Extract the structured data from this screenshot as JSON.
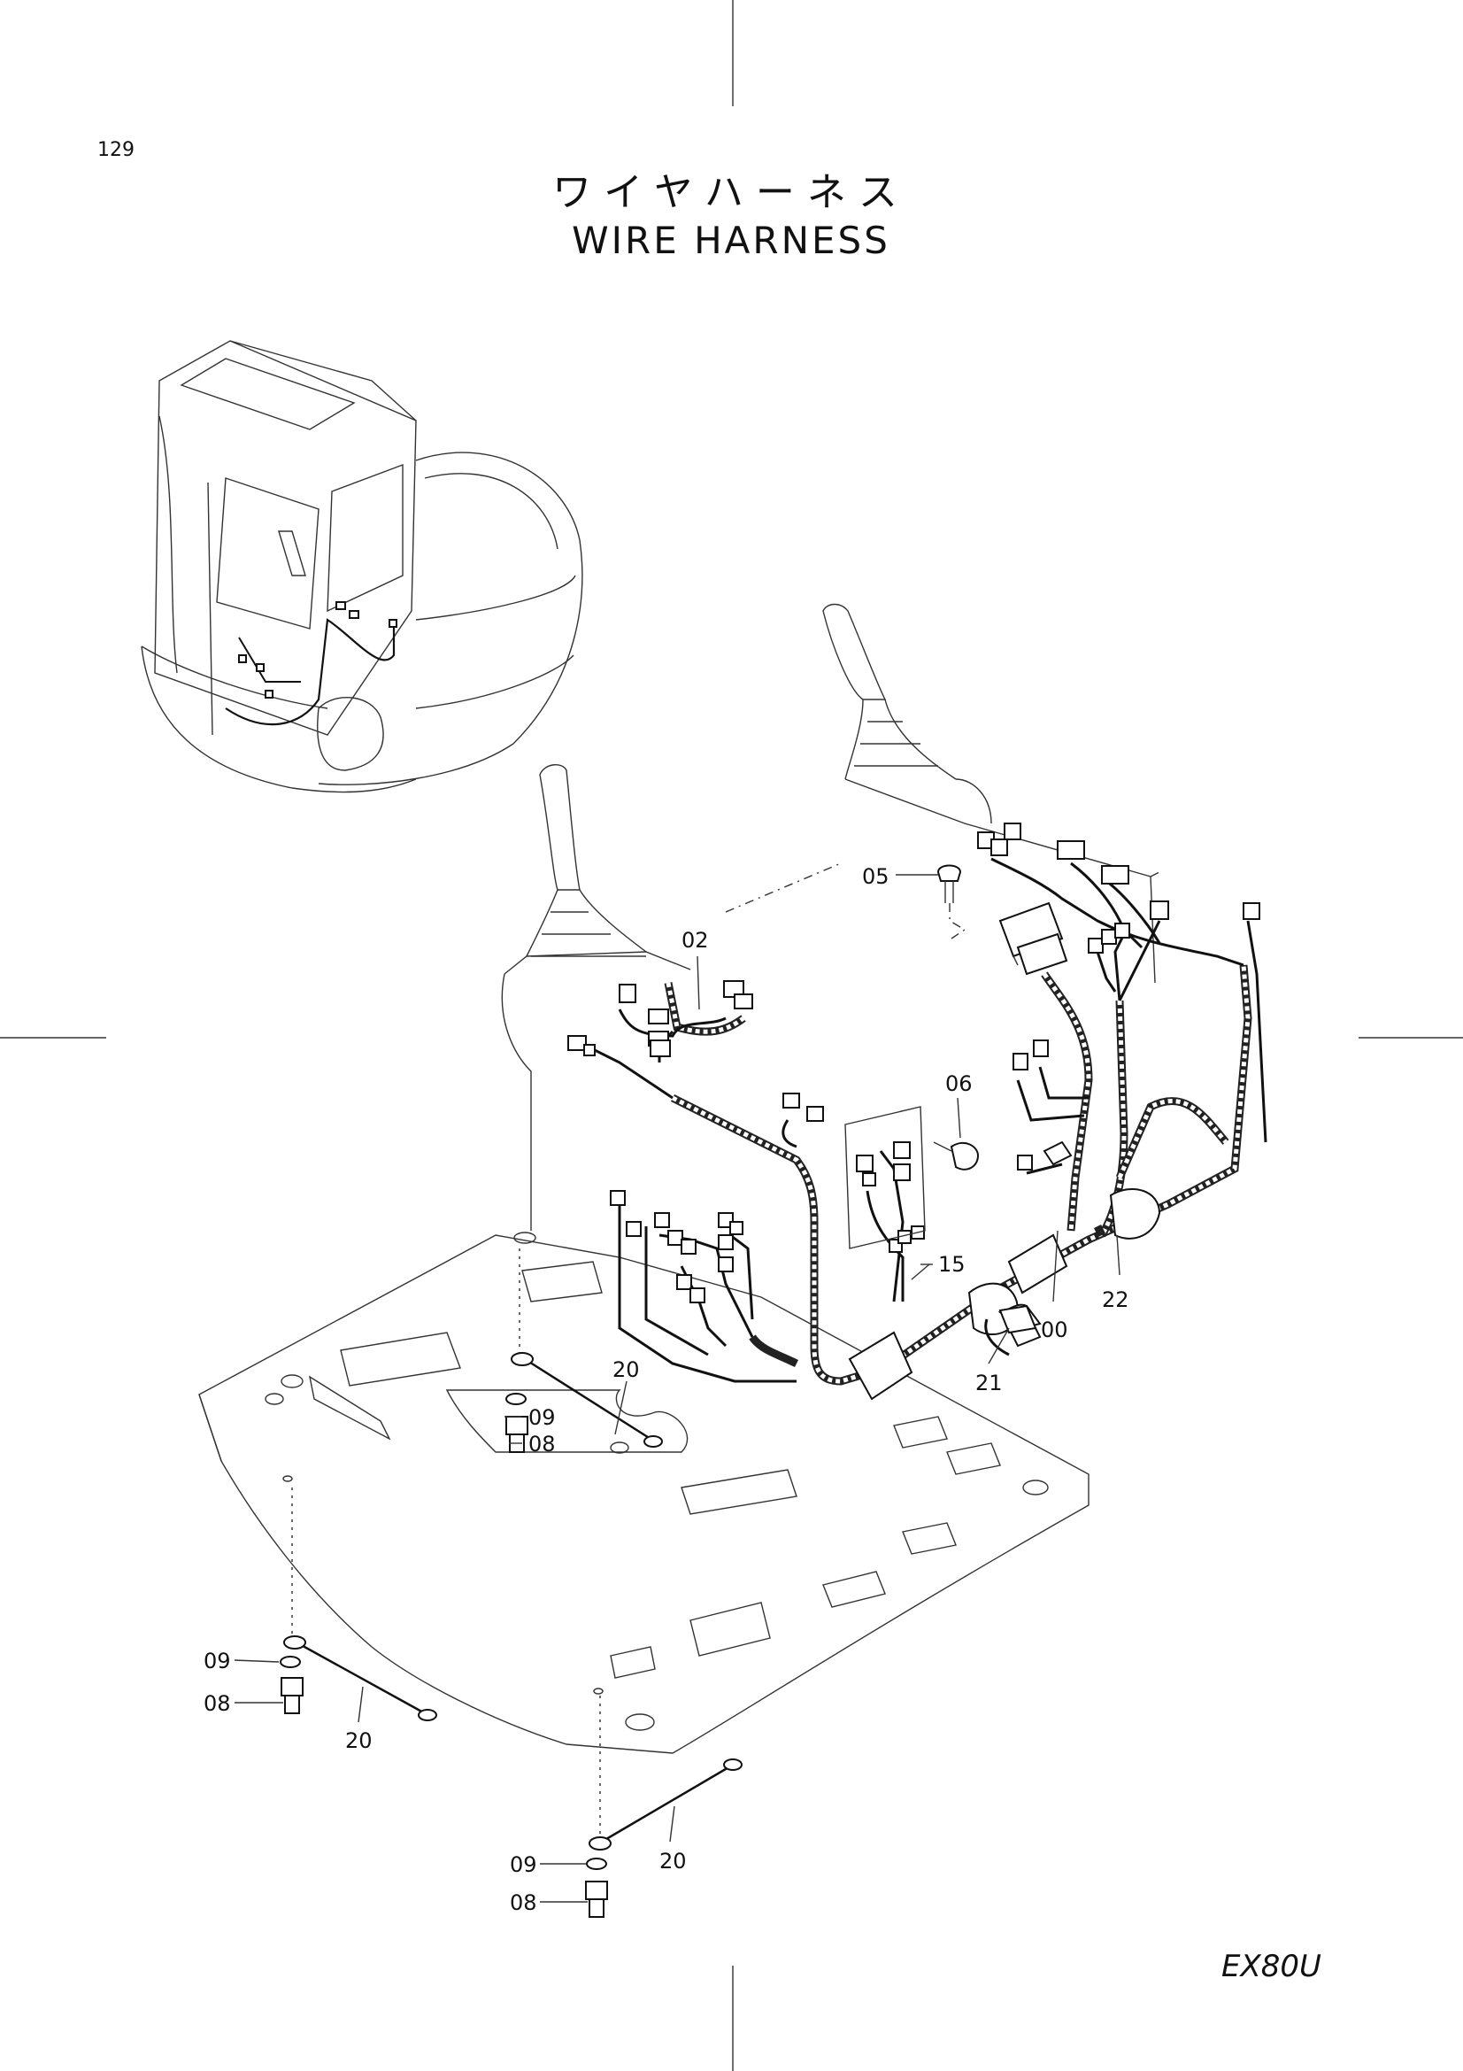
{
  "page": {
    "number": "129",
    "title_jp": "ワイヤハーネス",
    "title_en": "WIRE HARNESS",
    "model": "EX80U"
  },
  "callouts": {
    "c00": "00",
    "c02": "02",
    "c05": "05",
    "c06": "06",
    "c08a": "08",
    "c08b": "08",
    "c08c": "08",
    "c09a": "09",
    "c09b": "09",
    "c09c": "09",
    "c15": "15",
    "c20a": "20",
    "c20b": "20",
    "c20c": "20",
    "c21": "21",
    "c22": "22"
  }
}
